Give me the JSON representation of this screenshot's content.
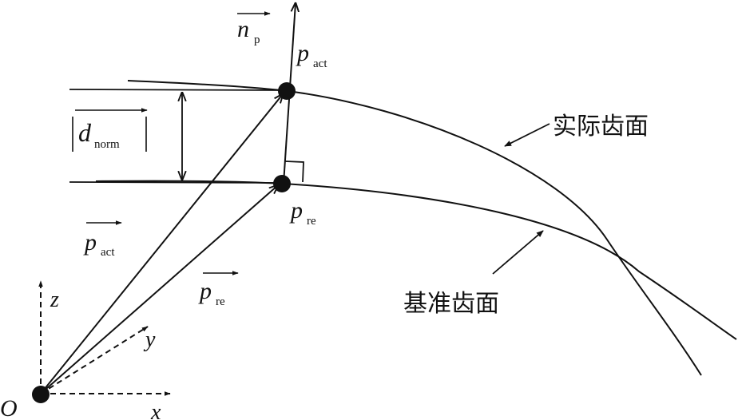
{
  "labels": {
    "normal_vector": {
      "main": "n",
      "sub": "p"
    },
    "actual_point": {
      "main": "p",
      "sub": "act"
    },
    "reference_point": {
      "main": "p",
      "sub": "re"
    },
    "deviation": {
      "main": "d",
      "sub": "norm"
    },
    "actual_vector": {
      "main": "p",
      "sub": "act"
    },
    "reference_vector": {
      "main": "p",
      "sub": "re"
    },
    "actual_surface": "实际齿面",
    "reference_surface": "基准齿面",
    "origin": "O",
    "axis_x": "x",
    "axis_y": "y",
    "axis_z": "z"
  },
  "colors": {
    "ink": "#111111",
    "background": "#ffffff"
  }
}
